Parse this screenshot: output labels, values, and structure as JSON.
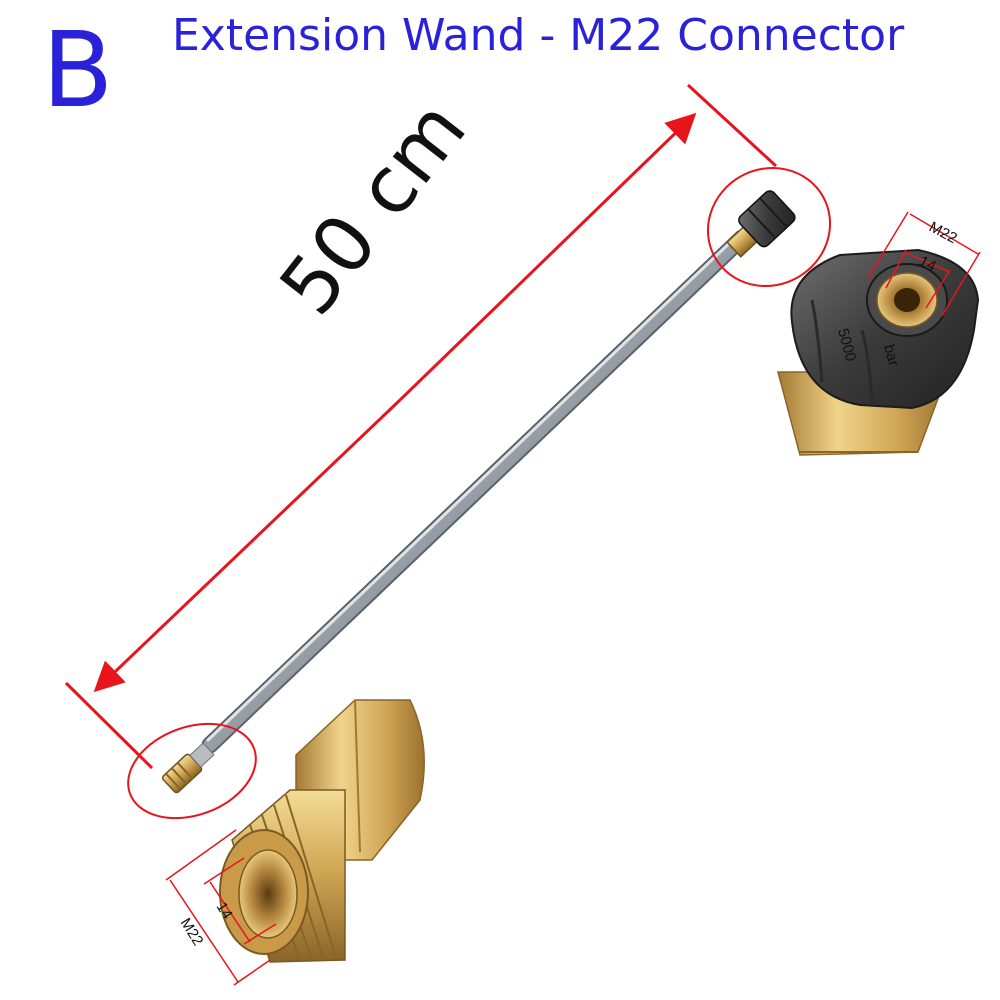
{
  "header": {
    "variant": "B",
    "title": "Extension Wand - M22 Connector"
  },
  "wand": {
    "length_label": "50 cm"
  },
  "female_connector": {
    "outer_thread": "M22",
    "inner_bore": "14",
    "body_marking": "5000",
    "unit_marking": "bar"
  },
  "male_connector": {
    "outer_thread": "M22",
    "inner_bore": "14"
  },
  "colors": {
    "title_blue": "#2a22d8",
    "dimension_red": "#e8141c",
    "brass": "#c8a04a",
    "steel": "#a8adb4",
    "rubber": "#3b3b3b"
  }
}
